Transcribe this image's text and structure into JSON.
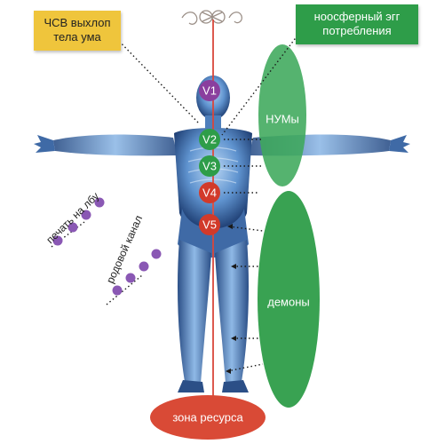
{
  "callouts": {
    "left": "ЧСВ выхлоп тела ума",
    "right": "ноосферный эгг потребления"
  },
  "nodes": [
    {
      "id": "V1",
      "label": "V1",
      "color": "#8a3f9e"
    },
    {
      "id": "V2",
      "label": "V2",
      "color": "#2e9d49"
    },
    {
      "id": "V3",
      "label": "V3",
      "color": "#2e9d49"
    },
    {
      "id": "V4",
      "label": "V4",
      "color": "#d23a2a"
    },
    {
      "id": "V5",
      "label": "V5",
      "color": "#d23a2a"
    }
  ],
  "zones": {
    "numy": "НУМы",
    "demony": "демоны",
    "resource": "зона ресурса"
  },
  "side_labels": {
    "forehead": "печать на лбу",
    "birth_canal": "родовой канал"
  },
  "colors": {
    "green_zone": "#3ea85b",
    "green_zone_light": "#5bb878",
    "red_zone": "#d94a36",
    "center_line": "#d9473b",
    "dot_purple": "#8a58b4",
    "body_blue": "#6aa0d8",
    "body_dark": "#1d3f73"
  }
}
